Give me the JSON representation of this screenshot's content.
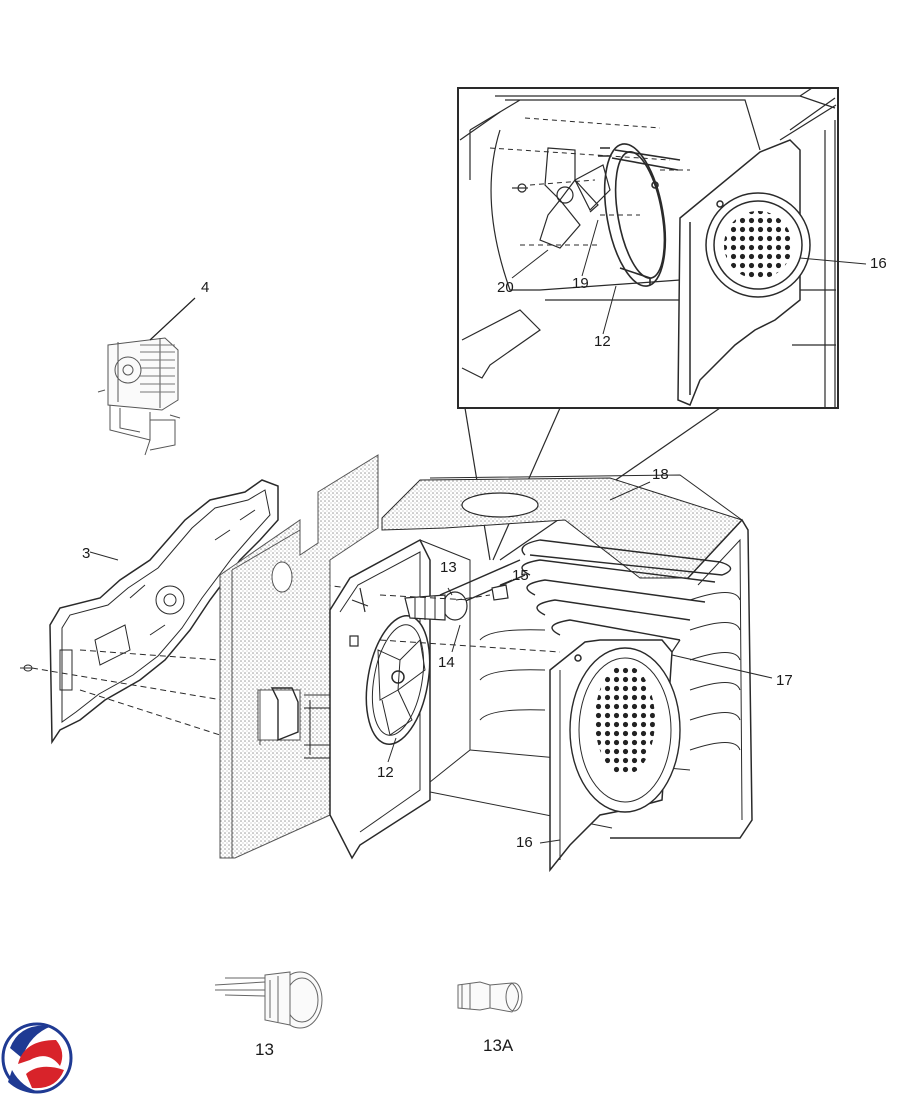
{
  "callouts": {
    "c4": "4",
    "c3": "3",
    "c18": "18",
    "c13": "13",
    "c15": "15",
    "c14": "14",
    "c17": "17",
    "c12": "12",
    "c16": "16",
    "inset_c16": "16",
    "inset_c20": "20",
    "inset_c19": "19",
    "inset_c12": "12",
    "bottom_c13": "13",
    "bottom_c13a": "13A"
  },
  "colors": {
    "line": "#2a2a2a",
    "stipple": "#b9b9b9",
    "logo_red": "#d8232a",
    "logo_blue": "#1f3a93"
  }
}
